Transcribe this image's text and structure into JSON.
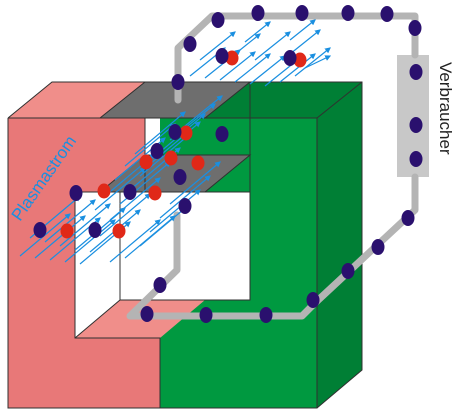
{
  "labels": {
    "plasma": "Plasmastrom",
    "load": "Verbraucher"
  },
  "colors": {
    "pink_front": "#e87878",
    "pink_side": "#f08e8a",
    "green_front": "#009940",
    "green_side": "#007f35",
    "gap": "#6e6e6e",
    "wire": "#b4b4b4",
    "load_box": "#c8c8c8",
    "electron": "#2a106e",
    "ion": "#e02818",
    "flow": "#1a8fe0"
  },
  "icons": {
    "electron": "dark-blue-dot",
    "ion": "red-dot",
    "flow": "blue-arrow"
  }
}
